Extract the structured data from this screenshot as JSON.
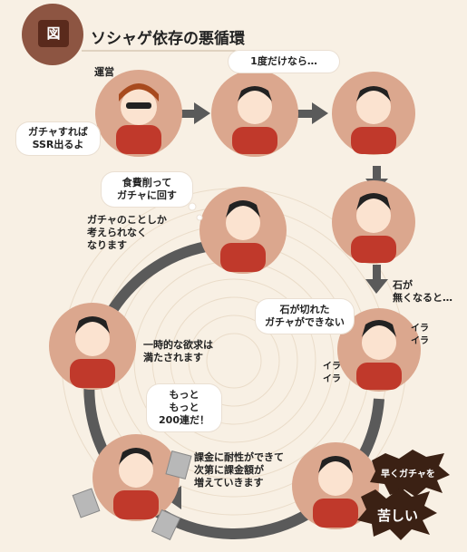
{
  "header": {
    "badge": "図",
    "title": "ソシャゲ依存の悪循環"
  },
  "labels": {
    "operator": "運営",
    "gacha_ssr": "ガチャすれば\nSSR出るよ",
    "just_once": "1度だけなら…",
    "cut_food": "食費削って\nガチャに回す",
    "only_gacha": "ガチャのことしか\n考えられなく\nなります",
    "no_stones": "石が\n無くなると…",
    "stones_out": "石が切れた\nガチャができない",
    "ira1": "イラ\nイラ",
    "ira2": "イラ\nイラ",
    "temp_satisfied": "一時的な欲求は\n満たされます",
    "more": "もっと\nもっと\n200連だ！",
    "tolerance": "課金に耐性ができて\n次第に課金額が\n増えていきます",
    "hurry_gacha": "早くガチャを",
    "painful": "苦しい"
  },
  "colors": {
    "background": "#f8f0e4",
    "circle": "#dba78e",
    "arrow": "#5a5a5a",
    "shirt": "#c0392b",
    "badge": "#5a2a1c",
    "burst": "#3b2114"
  }
}
